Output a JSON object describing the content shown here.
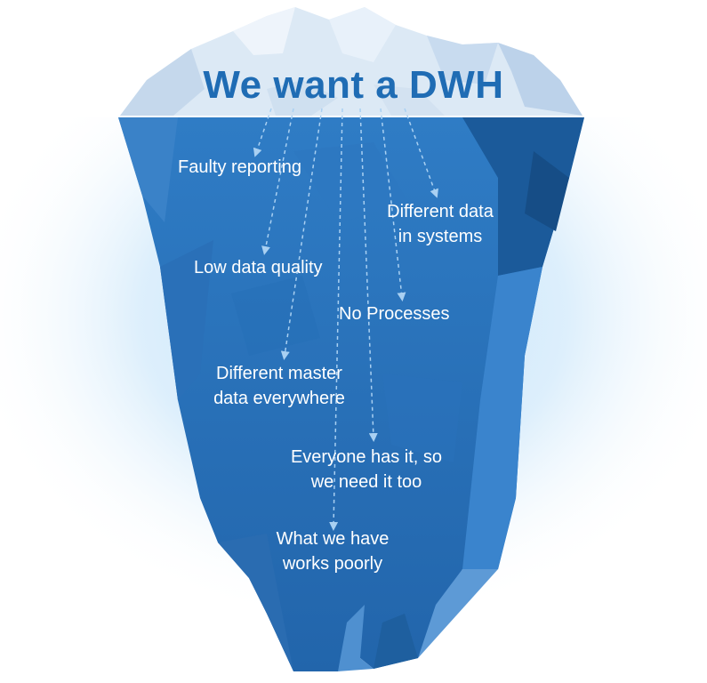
{
  "title": "We want a DWH",
  "labels": {
    "faulty_reporting": "Faulty reporting",
    "different_data_line1": "Different data",
    "different_data_line2": "in systems",
    "low_data_quality": "Low data quality",
    "no_processes": "No Processes",
    "master_data_line1": "Different master",
    "master_data_line2": "data everywhere",
    "everyone_line1": "Everyone has it, so",
    "everyone_line2": "we need it too",
    "works_poorly_line1": "What we have",
    "works_poorly_line2": "works poorly"
  },
  "colors": {
    "title": "#1f6cb4",
    "ice_tip": "#dce9f5",
    "berry_main": "#2b74be",
    "berry_dark": "#1b5a9a",
    "berry_light": "#4a90d2",
    "water_glow": "#bfe1fa",
    "text": "#ffffff"
  }
}
